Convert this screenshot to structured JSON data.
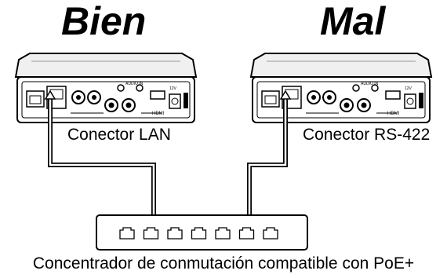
{
  "headings": {
    "good": "Bien",
    "bad": "Mal"
  },
  "labels": {
    "left_connector": "Conector LAN",
    "right_connector": "Conector RS-422"
  },
  "caption": "Concentrador de conmutación compatible con PoE+",
  "device_panel_text": {
    "hdmi": "HDMI",
    "audio_in": "AUDIO IN",
    "dc_in": "12V"
  },
  "switch": {
    "port_count": 7
  }
}
